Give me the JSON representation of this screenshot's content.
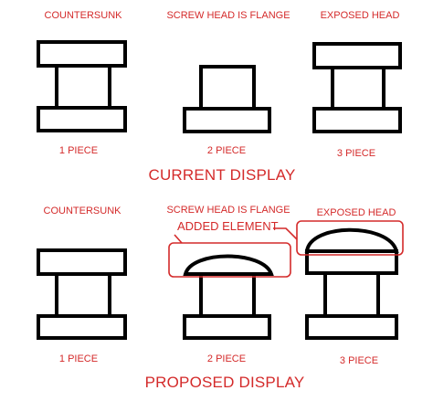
{
  "colors": {
    "ink": "#000000",
    "accent": "#d42a2a",
    "background": "#ffffff"
  },
  "current": {
    "columns": [
      {
        "heading": "COUNTERSUNK",
        "caption": "1 PIECE"
      },
      {
        "heading": "SCREW HEAD IS FLANGE",
        "caption": "2 PIECE"
      },
      {
        "heading": "EXPOSED HEAD",
        "caption": "3 PIECE"
      }
    ],
    "title": "CURRENT DISPLAY"
  },
  "proposed": {
    "columns": [
      {
        "heading": "COUNTERSUNK",
        "caption": "1 PIECE"
      },
      {
        "heading": "SCREW HEAD IS FLANGE",
        "caption": "2 PIECE"
      },
      {
        "heading": "EXPOSED HEAD",
        "caption": "3 PIECE"
      }
    ],
    "title": "PROPOSED DISPLAY",
    "callout": "ADDED ELEMENT"
  }
}
